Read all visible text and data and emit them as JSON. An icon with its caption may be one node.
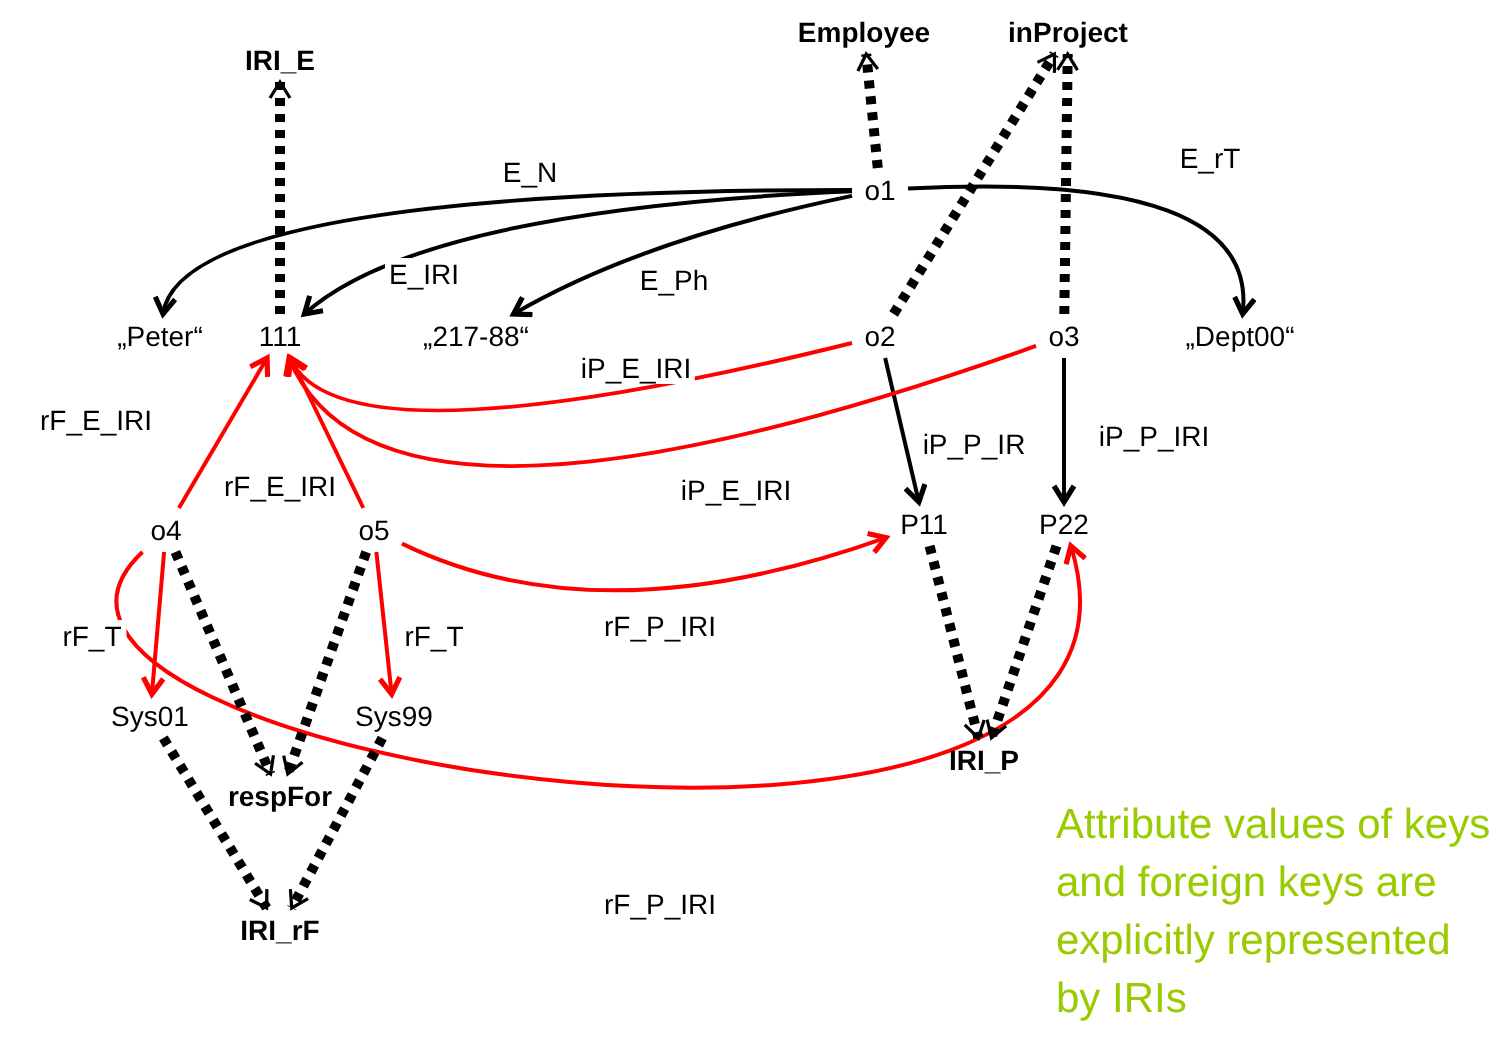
{
  "diagram": {
    "nodes": [
      {
        "text": [
          "IRI_E"
        ]
      },
      {
        "text": [
          "Employee"
        ]
      },
      {
        "text": [
          "inProject"
        ]
      },
      {
        "text": [
          "o1"
        ]
      },
      {
        "text": [
          "„Peter“"
        ]
      },
      {
        "text": [
          "111"
        ]
      },
      {
        "text": [
          "„217-88“"
        ]
      },
      {
        "text": [
          "o2"
        ]
      },
      {
        "text": [
          "o3"
        ]
      },
      {
        "text": [
          "„Dept00“"
        ]
      },
      {
        "text": [
          "o4"
        ]
      },
      {
        "text": [
          "o5"
        ]
      },
      {
        "text": [
          "P11"
        ]
      },
      {
        "text": [
          "P22"
        ]
      },
      {
        "text": [
          "Sys01"
        ]
      },
      {
        "text": [
          "respFor"
        ]
      },
      {
        "text": [
          "Sys99"
        ]
      },
      {
        "text": [
          "IRI_P"
        ]
      },
      {
        "text": [
          "IRI_rF"
        ]
      }
    ],
    "edges": [
      {
        "from": 5,
        "to": 0,
        "arrow": "to",
        "style": "dashed"
      },
      {
        "from": 3,
        "to": 1,
        "arrow": "to",
        "style": "dashed"
      },
      {
        "from": 7,
        "to": 2,
        "arrow": "to",
        "style": "dashed"
      },
      {
        "from": 8,
        "to": 2,
        "arrow": "to",
        "style": "dashed"
      },
      {
        "from": 3,
        "to": 4,
        "arrow": "to",
        "label": "E_N"
      },
      {
        "from": 3,
        "to": 5,
        "arrow": "to",
        "label": "E_IRI"
      },
      {
        "from": 3,
        "to": 6,
        "arrow": "to",
        "label": "E_Ph"
      },
      {
        "from": 3,
        "to": 9,
        "arrow": "to",
        "label": "E_rT"
      },
      {
        "from": 7,
        "to": 12,
        "arrow": "to",
        "label": "iP_P_IR"
      },
      {
        "from": 8,
        "to": 13,
        "arrow": "to",
        "label": "iP_P_IRI"
      },
      {
        "from": 10,
        "to": 5,
        "arrow": "to",
        "label": "rF_E_IRI",
        "color": "#ff0000"
      },
      {
        "from": 11,
        "to": 5,
        "arrow": "to",
        "label": "rF_E_IRI",
        "color": "#ff0000"
      },
      {
        "from": 7,
        "to": 5,
        "arrow": "to",
        "label": "iP_E_IRI",
        "color": "#ff0000"
      },
      {
        "from": 8,
        "to": 5,
        "arrow": "to",
        "label": "iP_E_IRI",
        "color": "#ff0000"
      },
      {
        "from": 10,
        "to": 14,
        "arrow": "to",
        "label": "rF_T",
        "color": "#ff0000"
      },
      {
        "from": 11,
        "to": 16,
        "arrow": "to",
        "label": "rF_T",
        "color": "#ff0000"
      },
      {
        "from": 11,
        "to": 12,
        "arrow": "to",
        "label": "rF_P_IRI",
        "color": "#ff0000"
      },
      {
        "from": 10,
        "to": 13,
        "arrow": "to",
        "label": "rF_P_IRI",
        "color": "#ff0000"
      },
      {
        "from": 10,
        "to": 15,
        "arrow": "to",
        "style": "dashed"
      },
      {
        "from": 11,
        "to": 15,
        "arrow": "to",
        "style": "dashed"
      },
      {
        "from": 14,
        "to": 18,
        "arrow": "to",
        "style": "dashed"
      },
      {
        "from": 16,
        "to": 18,
        "arrow": "to",
        "style": "dashed"
      },
      {
        "from": 12,
        "to": 17,
        "arrow": "to",
        "style": "dashed"
      },
      {
        "from": 13,
        "to": 17,
        "arrow": "to",
        "style": "dashed"
      }
    ],
    "labels": [
      "Attribute values of keys and foreign keys are explicitly represented by IRIs"
    ]
  }
}
